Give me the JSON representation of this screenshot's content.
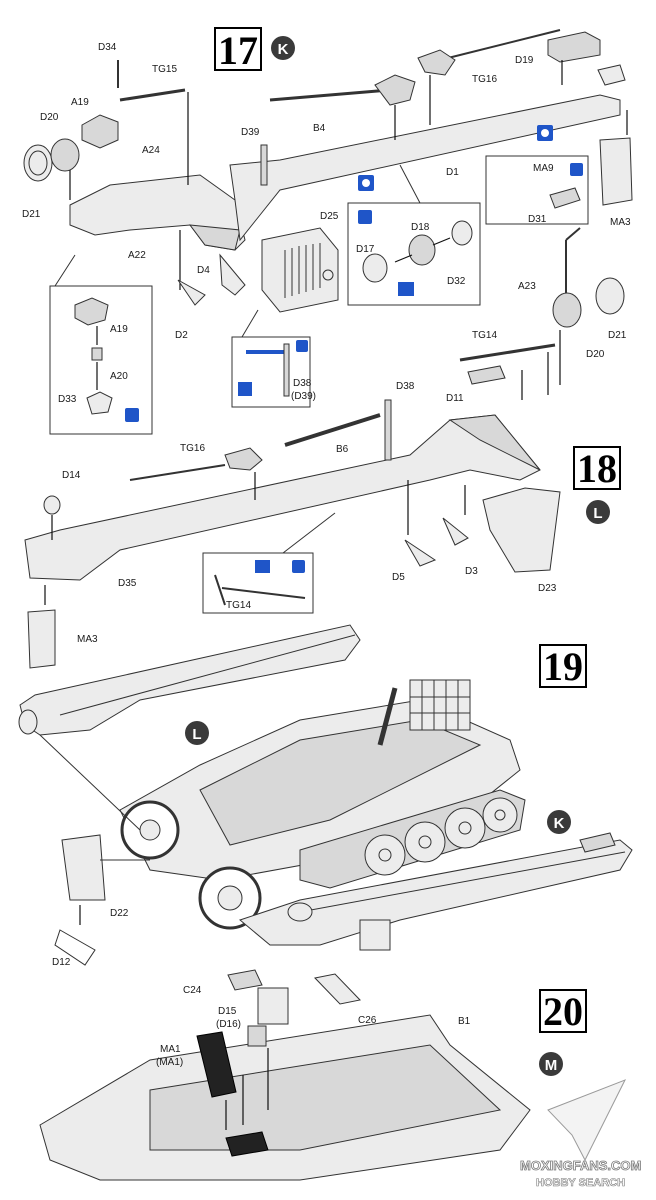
{
  "steps": {
    "s17": {
      "number": "17",
      "marker": "K"
    },
    "s18": {
      "number": "18",
      "marker": "L"
    },
    "s19": {
      "number": "19",
      "marker_a": "L",
      "marker_b": "K"
    },
    "s20": {
      "number": "20",
      "marker": "M"
    }
  },
  "labels17": {
    "D34": "D34",
    "TG15": "TG15",
    "A19": "A19",
    "D20": "D20",
    "A24": "A24",
    "D21": "D21",
    "A22": "A22",
    "D39": "D39",
    "B4": "B4",
    "TG16": "TG16",
    "D19": "D19",
    "D1": "D1",
    "MA9": "MA9",
    "MA3": "MA3",
    "D31": "D31",
    "D25": "D25",
    "D4": "D4",
    "D2": "D2",
    "D18": "D18",
    "D17": "D17",
    "D32": "D32",
    "A19b": "A19",
    "A20": "A20",
    "D33": "D33",
    "D38": "D38",
    "D39p": "(D39)"
  },
  "labels18": {
    "A23": "A23",
    "D21": "D21",
    "D20": "D20",
    "TG14": "TG14",
    "D11": "D11",
    "D38": "D38",
    "TG16": "TG16",
    "B6": "B6",
    "D14": "D14",
    "D35": "D35",
    "D5": "D5",
    "D3": "D3",
    "D23": "D23",
    "TG14b": "TG14",
    "MA3": "MA3"
  },
  "labels19": {
    "D22": "D22",
    "D12": "D12"
  },
  "labels20": {
    "C24": "C24",
    "C26": "C26",
    "D15": "D15",
    "D16": "(D16)",
    "B1": "B1",
    "MA1": "MA1",
    "MA1p": "(MA1)"
  },
  "watermark": {
    "line1": "MOXINGFANS.COM",
    "line2": "HOBBY SEARCH"
  },
  "colors": {
    "accent_blue": "#1f55c8",
    "marker_fill": "#3a3a3a"
  }
}
